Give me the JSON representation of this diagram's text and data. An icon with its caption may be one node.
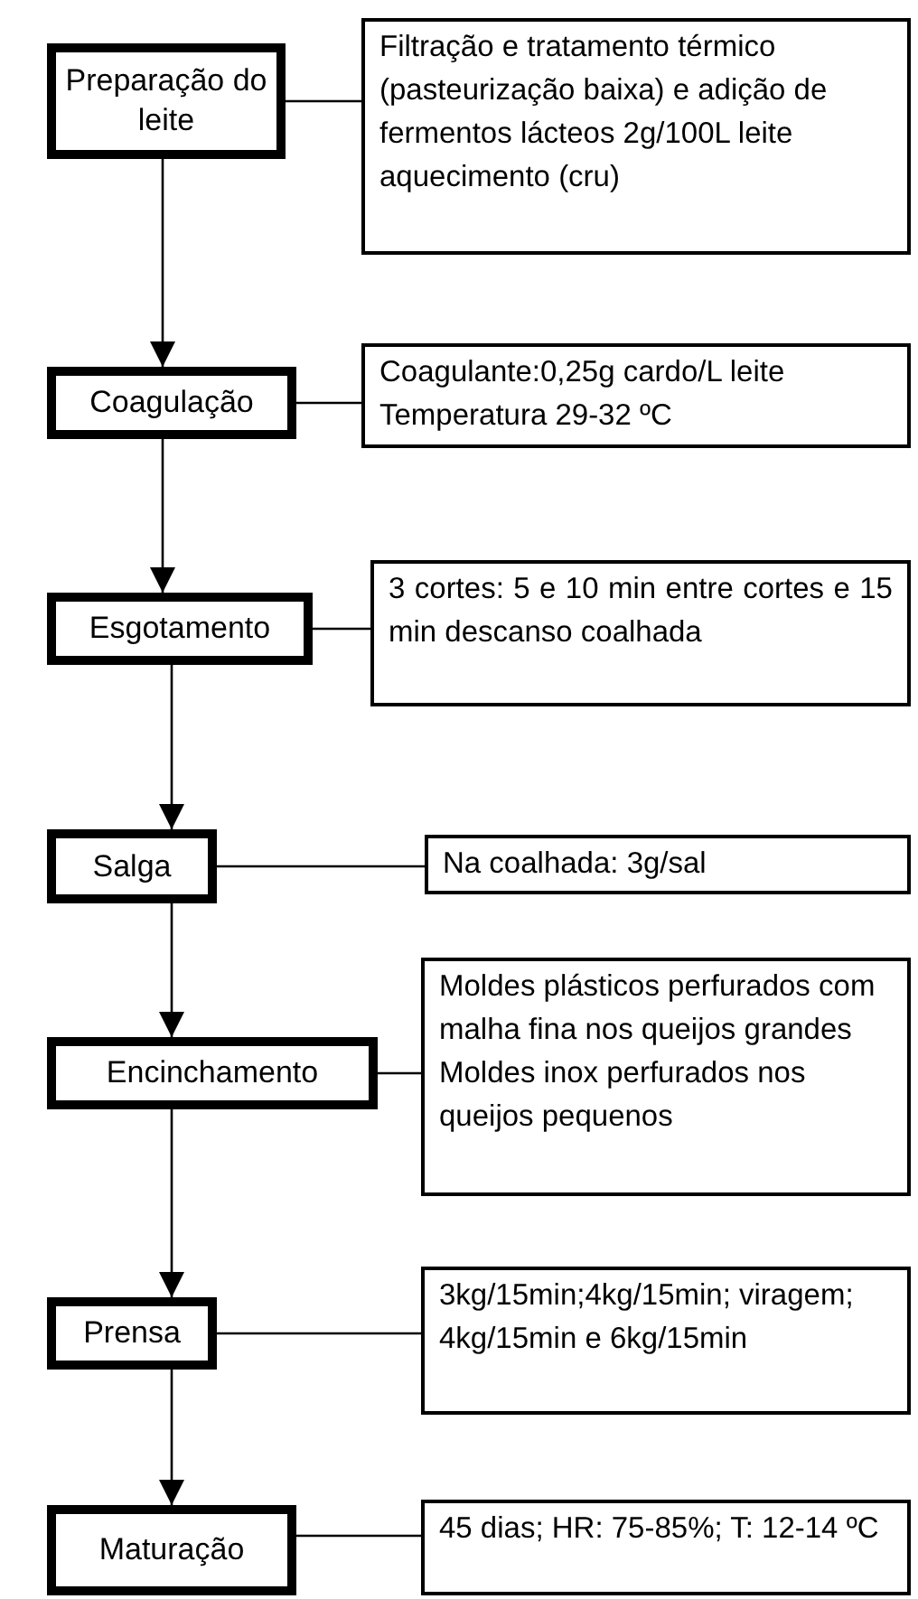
{
  "diagram": {
    "nodes": [
      {
        "text": [
          "Preparação do leite"
        ]
      },
      {
        "text": [
          "Filtração e tratamento térmico (pasteurização baixa) e adição de fermentos lácteos 2g/100L leite aquecimento (cru)"
        ]
      },
      {
        "text": [
          "Coagulação"
        ]
      },
      {
        "text": [
          "Coagulante:0,25g cardo/L leite Temperatura 29-32 ºC"
        ]
      },
      {
        "text": [
          "Esgotamento"
        ]
      },
      {
        "text": [
          "3 cortes: 5 e 10 min entre cortes e 15 min descanso coalhada"
        ]
      },
      {
        "text": [
          "Salga"
        ]
      },
      {
        "text": [
          "Na coalhada: 3g/sal"
        ]
      },
      {
        "text": [
          "Encinchamento"
        ]
      },
      {
        "text": [
          "Moldes plásticos perfurados com malha fina nos queijos grandes Moldes inox perfurados nos queijos pequenos"
        ]
      },
      {
        "text": [
          "Prensa"
        ]
      },
      {
        "text": [
          "3kg/15min;4kg/15min; viragem; 4kg/15min e 6kg/15min"
        ]
      },
      {
        "text": [
          "Maturação"
        ]
      },
      {
        "text": [
          "45 dias; HR: 75-85%; T: 12-14 ºC"
        ]
      }
    ],
    "edges": [
      {
        "from": 0,
        "to": 1,
        "arrow": "none"
      },
      {
        "from": 0,
        "to": 2,
        "arrow": "to"
      },
      {
        "from": 2,
        "to": 3,
        "arrow": "none"
      },
      {
        "from": 2,
        "to": 4,
        "arrow": "to"
      },
      {
        "from": 4,
        "to": 5,
        "arrow": "none"
      },
      {
        "from": 4,
        "to": 6,
        "arrow": "to"
      },
      {
        "from": 6,
        "to": 7,
        "arrow": "none"
      },
      {
        "from": 6,
        "to": 8,
        "arrow": "to"
      },
      {
        "from": 8,
        "to": 9,
        "arrow": "none"
      },
      {
        "from": 8,
        "to": 10,
        "arrow": "to"
      },
      {
        "from": 10,
        "to": 11,
        "arrow": "none"
      },
      {
        "from": 10,
        "to": 12,
        "arrow": "to"
      },
      {
        "from": 12,
        "to": 13,
        "arrow": "none"
      }
    ]
  }
}
